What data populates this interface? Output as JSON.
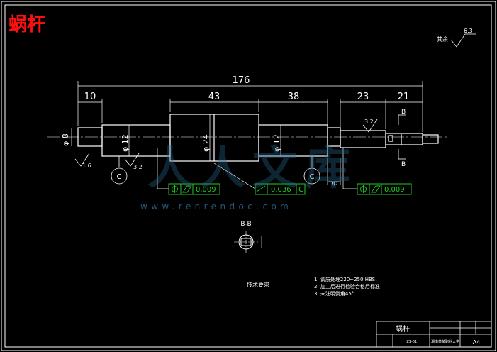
{
  "title": "蜗杆",
  "roughness_note": {
    "label": "其余",
    "value": "6.3"
  },
  "dimensions": {
    "overall": "176",
    "left_end": "10",
    "mid": "43",
    "right_mid": "38",
    "right_a": "23",
    "right_b": "21",
    "dia_left": "φ 8",
    "dia_seat1": "φ 12",
    "dia_core": "φ 24",
    "dia_seat2": "φ 12",
    "small_len": "6"
  },
  "roughness_marks": {
    "r1": "1.6",
    "r2": "3.2",
    "r3": "3.2"
  },
  "datum_label": "C",
  "section_label": "B",
  "tolerance_frames": {
    "left": {
      "value": "0.009"
    },
    "middle": {
      "value": "0.036",
      "datum": "C"
    },
    "right": {
      "value": "0.009"
    }
  },
  "section_view": {
    "label": "B-B"
  },
  "tech_requirements": {
    "heading": "技术要求",
    "items": [
      "1. 调质处理220~250 HBS",
      "2. 加工后进行检验合格后标准",
      "3. 未注明倒角45°"
    ]
  },
  "title_block": {
    "name": "蜗杆",
    "drawing_no": "JZ1-01",
    "school": "湖南某某职业大学",
    "scale": "A4"
  },
  "watermark": {
    "logo": "人人文库",
    "url": "www.renrendoc.com"
  }
}
